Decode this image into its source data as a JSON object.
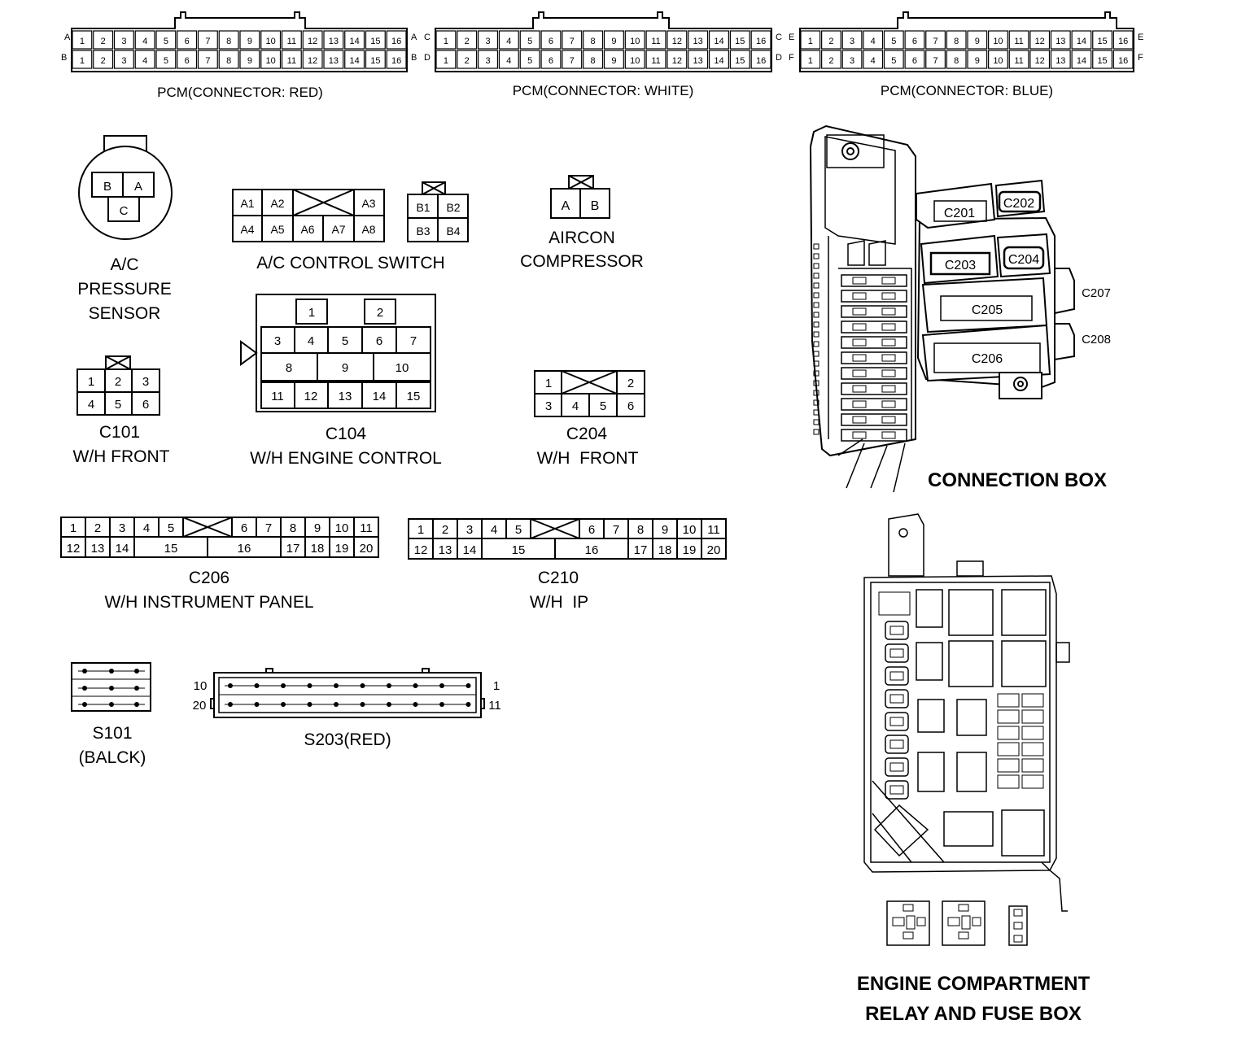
{
  "pcm": {
    "red": {
      "rows": [
        "A",
        "B"
      ],
      "right_rows": [
        "A",
        "B"
      ],
      "pins": [
        "1",
        "2",
        "3",
        "4",
        "5",
        "6",
        "7",
        "8",
        "9",
        "10",
        "11",
        "12",
        "13",
        "14",
        "15",
        "16"
      ],
      "label": "PCM(CONNECTOR: RED)"
    },
    "white": {
      "rows": [
        "C",
        "D"
      ],
      "left_rows": [
        "C",
        "D"
      ],
      "right_rows": [
        "C",
        "D"
      ],
      "pins": [
        "1",
        "2",
        "3",
        "4",
        "5",
        "6",
        "7",
        "8",
        "9",
        "10",
        "11",
        "12",
        "13",
        "14",
        "15",
        "16"
      ],
      "label": "PCM(CONNECTOR: WHITE)"
    },
    "blue": {
      "rows": [
        "E",
        "F"
      ],
      "left_rows": [
        "E",
        "F"
      ],
      "right_rows": [
        "E",
        "F"
      ],
      "pins": [
        "1",
        "2",
        "3",
        "4",
        "5",
        "6",
        "7",
        "8",
        "9",
        "10",
        "11",
        "12",
        "13",
        "14",
        "15",
        "16"
      ],
      "label": "PCM(CONNECTOR: BLUE)"
    }
  },
  "ac_pressure_sensor": {
    "pins": [
      "B",
      "A",
      "C"
    ],
    "label": [
      "A/C",
      "PRESSURE",
      "SENSOR"
    ]
  },
  "ac_control_switch": {
    "pins_top": [
      "A1",
      "A2",
      "A3"
    ],
    "pins_bottom": [
      "A4",
      "A5",
      "A6",
      "A7",
      "A8"
    ],
    "pins_b": [
      "B1",
      "B2",
      "B3",
      "B4"
    ],
    "label": "A/C CONTROL SWITCH"
  },
  "aircon_compressor": {
    "pins": [
      "A",
      "B"
    ],
    "label": [
      "AIRCON",
      "COMPRESSOR"
    ]
  },
  "c101": {
    "pins": [
      "1",
      "2",
      "3",
      "4",
      "5",
      "6"
    ],
    "label": [
      "C101",
      "W/H FRONT"
    ]
  },
  "c104": {
    "pins": [
      "1",
      "2",
      "3",
      "4",
      "5",
      "6",
      "7",
      "8",
      "9",
      "10",
      "11",
      "12",
      "13",
      "14",
      "15"
    ],
    "label": [
      "C104",
      "W/H ENGINE CONTROL"
    ]
  },
  "c204": {
    "pins": [
      "1",
      "2",
      "3",
      "4",
      "5",
      "6"
    ],
    "label": [
      "C204",
      "W/H  FRONT"
    ]
  },
  "c206": {
    "top": [
      "1",
      "2",
      "3",
      "4",
      "5",
      "6",
      "7",
      "8",
      "9",
      "10",
      "11"
    ],
    "bottom": [
      "12",
      "13",
      "14",
      "15",
      "16",
      "17",
      "18",
      "19",
      "20"
    ],
    "label": [
      "C206",
      "W/H INSTRUMENT PANEL"
    ]
  },
  "c210": {
    "top": [
      "1",
      "2",
      "3",
      "4",
      "5",
      "6",
      "7",
      "8",
      "9",
      "10",
      "11"
    ],
    "bottom": [
      "12",
      "13",
      "14",
      "15",
      "16",
      "17",
      "18",
      "19",
      "20"
    ],
    "label": [
      "C210",
      "W/H  IP"
    ]
  },
  "s101": {
    "label": [
      "S101",
      "(BALCK)"
    ]
  },
  "s203": {
    "end_labels": [
      "10",
      "1",
      "20",
      "11"
    ],
    "label": "S203(RED)"
  },
  "connection_box": {
    "connectors": [
      "C201",
      "C202",
      "C203",
      "C204",
      "C205",
      "C206",
      "C207",
      "C208"
    ],
    "label": "CONNECTION BOX"
  },
  "engine_box": {
    "label": [
      "ENGINE COMPARTMENT",
      "RELAY AND FUSE BOX"
    ]
  }
}
